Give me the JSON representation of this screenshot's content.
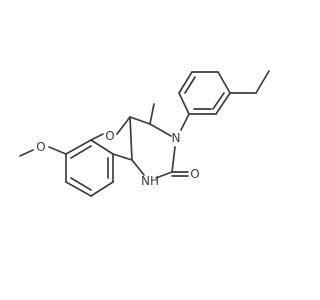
{
  "molecule": {
    "atoms": {
      "oxygen_ring": "O",
      "oxygen_methoxy": "O",
      "nitrogen_aryl": "N",
      "nitrogen_h": "NH",
      "oxygen_carbonyl": "O"
    }
  },
  "colors": {
    "bond": "#3d3d3d",
    "background": "#ffffff"
  }
}
